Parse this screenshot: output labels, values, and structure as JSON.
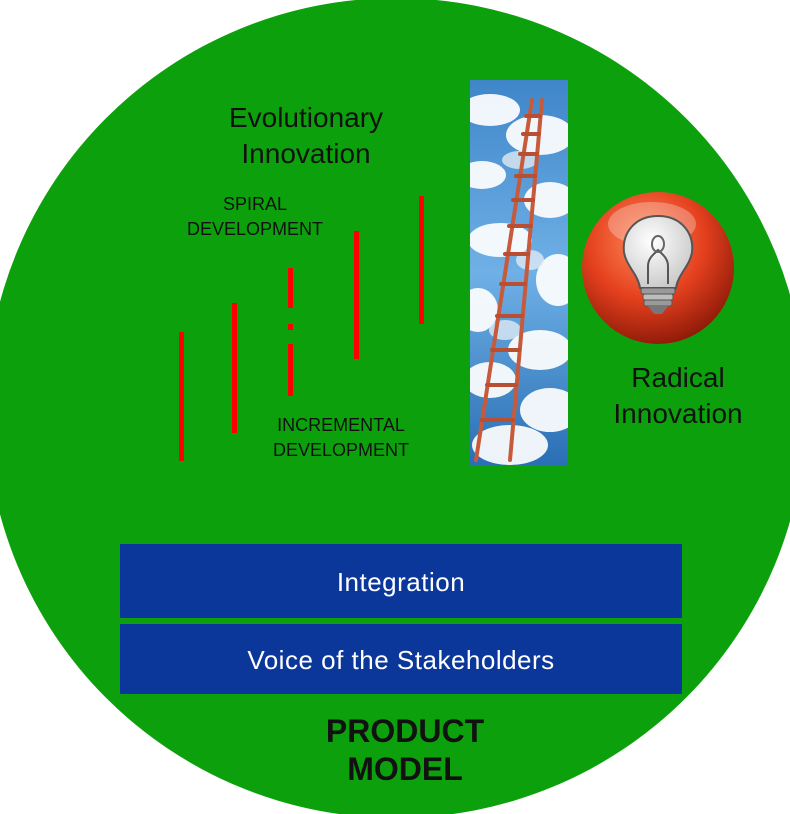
{
  "evolutionary": {
    "line1": "Evolutionary",
    "line2": "Innovation"
  },
  "spiral": {
    "line1": "SPIRAL",
    "line2": "DEVELOPMENT"
  },
  "incremental": {
    "line1": "INCREMENTAL",
    "line2": "DEVELOPMENT"
  },
  "radical": {
    "line1": "Radical",
    "line2": "Innovation"
  },
  "layers": {
    "integration": "Integration",
    "voice": "Voice of the Stakeholders"
  },
  "product_model": {
    "line1": "PRODUCT",
    "line2": "MODEL"
  },
  "colors": {
    "circle_fill": "#0ca10c",
    "step_bars": "#ff0000",
    "layer_band": "#0a3799",
    "bulb_orb": "#e4401e"
  },
  "icons": {
    "ladder": "ladder-to-sky-image",
    "bulb": "lightbulb-icon"
  }
}
